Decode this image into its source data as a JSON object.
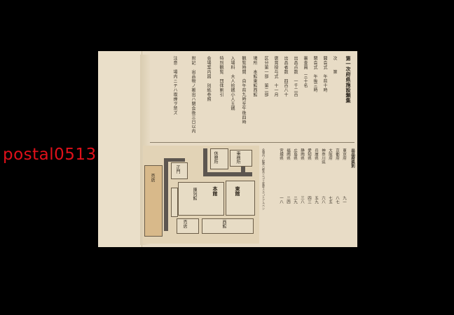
{
  "watermark": "postal0513",
  "document": {
    "title": "第一次府県施設類集",
    "columns": [
      "次　　第",
      "開会式　午前十時",
      "閉会式　午後三時",
      "審査員　三十名",
      "出品点数　一千二百",
      "出品者数　四百八十",
      "褒賞授与式　十一月",
      "区分第一部　第二部",
      "場所　本館東館西館",
      "観覧時間　自午前九時至午後四時",
      "入場料　大人拾銭小人五銭",
      "特別観覧　団体割引",
      "会場案内図　別紙参照",
      "附記　出品物ノ搬出ハ閉会後三日以内",
      "注意　場内ニテハ喫煙ヲ禁ズ"
    ],
    "map": {
      "labels": [
        "本館",
        "東館",
        "西館",
        "事務所",
        "休憩所",
        "正門",
        "売店",
        "陳列館"
      ],
      "note": "会場内ノ配置ハ都合ニヨリ変更スルコトアルベシ"
    },
    "list": {
      "head": "出品府県別",
      "items": [
        "東京府",
        "京都府",
        "大阪府",
        "神奈川県",
        "兵庫県",
        "愛知県",
        "静岡県",
        "広島県",
        "福岡県",
        "宮城県"
      ],
      "numbers": [
        "九一",
        "八七",
        "七五",
        "六八",
        "五九",
        "四三",
        "三八",
        "二九",
        "二四",
        "一八"
      ]
    }
  }
}
